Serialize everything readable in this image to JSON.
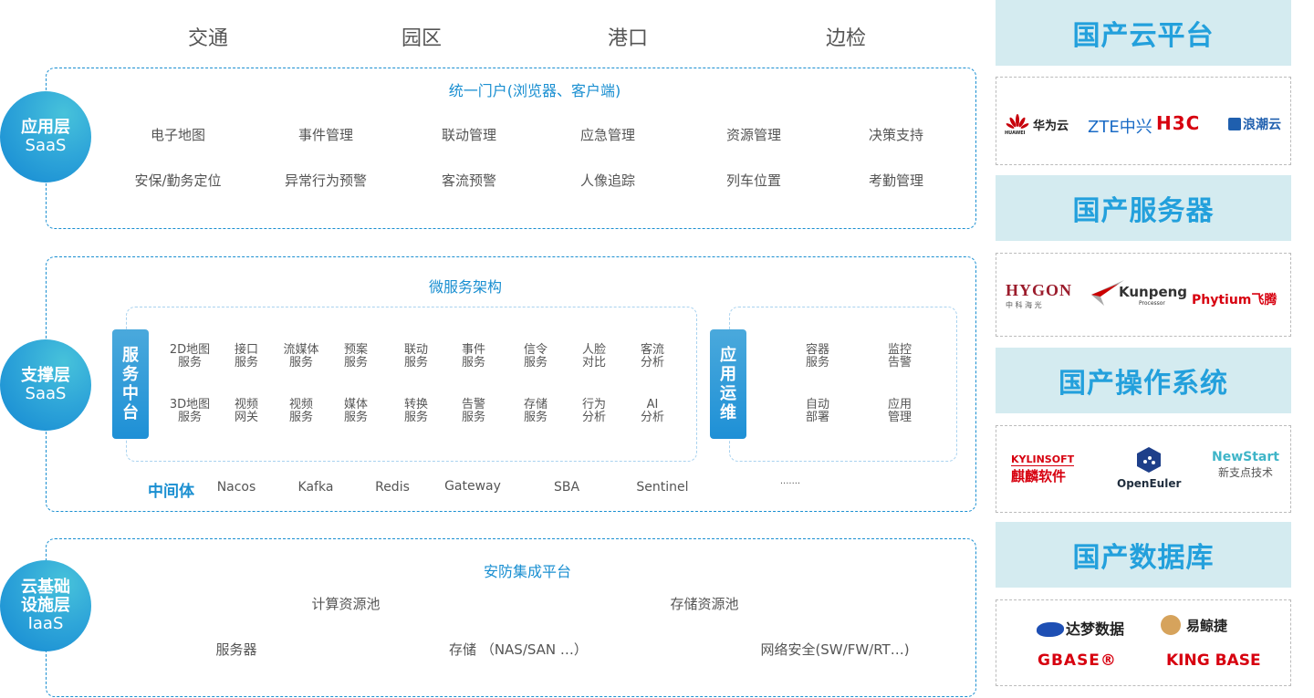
{
  "scenarios": [
    "交通",
    "园区",
    "港口",
    "边检"
  ],
  "layers": {
    "application": {
      "name": "应用层",
      "sub": "SaaS",
      "title": "统一门户(浏览器、客户端)",
      "row1": [
        "电子地图",
        "事件管理",
        "联动管理",
        "应急管理",
        "资源管理",
        "决策支持"
      ],
      "row2": [
        "安保/勤务定位",
        "异常行为预警",
        "客流预警",
        "人像追踪",
        "列车位置",
        "考勤管理"
      ]
    },
    "support": {
      "name": "支撑层",
      "sub": "SaaS",
      "title": "微服务架构",
      "service_platform": {
        "label": "服务中台",
        "row1": [
          [
            "2D地图",
            "服务"
          ],
          [
            "接口",
            "服务"
          ],
          [
            "流媒体",
            "服务"
          ],
          [
            "预案",
            "服务"
          ],
          [
            "联动",
            "服务"
          ],
          [
            "事件",
            "服务"
          ],
          [
            "信令",
            "服务"
          ],
          [
            "人脸",
            "对比"
          ],
          [
            "客流",
            "分析"
          ]
        ],
        "row2": [
          [
            "3D地图",
            "服务"
          ],
          [
            "视频",
            "网关"
          ],
          [
            "视频",
            "服务"
          ],
          [
            "媒体",
            "服务"
          ],
          [
            "转换",
            "服务"
          ],
          [
            "告警",
            "服务"
          ],
          [
            "存储",
            "服务"
          ],
          [
            "行为",
            "分析"
          ],
          [
            "AI",
            "分析"
          ]
        ]
      },
      "ops": {
        "label": "应用运维",
        "row1": [
          [
            "容器",
            "服务"
          ],
          [
            "监控",
            "告警"
          ]
        ],
        "row2": [
          [
            "自动",
            "部署"
          ],
          [
            "应用",
            "管理"
          ]
        ]
      },
      "middleware": {
        "label": "中间体",
        "items": [
          "Nacos",
          "Kafka",
          "Redis",
          "Gateway",
          "SBA",
          "Sentinel",
          "......."
        ]
      }
    },
    "infrastructure": {
      "name": "云基础设施层",
      "name_lines": [
        "云基础",
        "设施层"
      ],
      "sub": "IaaS",
      "title": "安防集成平台",
      "pools": [
        "计算资源池",
        "存储资源池"
      ],
      "items": [
        "服务器",
        "存储 （NAS/SAN …）",
        "网络安全(SW/FW/RT…)"
      ]
    }
  },
  "categories": [
    {
      "title": "国产云平台",
      "logos": [
        {
          "name": "华为云",
          "sub": "HUAWEI",
          "color": "#c7000b"
        },
        {
          "name": "ZTE中兴",
          "color": "#1a6bc6"
        },
        {
          "name": "H3C",
          "color": "#d7000f"
        },
        {
          "name": "浪潮云",
          "color": "#1f5fae"
        }
      ]
    },
    {
      "title": "国产服务器",
      "logos": [
        {
          "name": "HYGON",
          "sub": "中 科 海 光",
          "color": "#9b1c2c"
        },
        {
          "name": "Kunpeng",
          "sub": "Processor",
          "color": "#333333"
        },
        {
          "name": "Phytium飞腾",
          "color": "#d7000f"
        }
      ]
    },
    {
      "title": "国产操作系统",
      "logos": [
        {
          "name": "KYLINSOFT",
          "sub": "麒麟软件",
          "color": "#d7000f"
        },
        {
          "name": "OpenEuler",
          "color": "#1f2d3d"
        },
        {
          "name": "NewStart",
          "sub": "新支点技术",
          "color": "#3fb5c8"
        }
      ]
    },
    {
      "title": "国产数据库",
      "logos": [
        {
          "name": "达梦数据",
          "color": "#222222"
        },
        {
          "name": "易鲸捷",
          "color": "#222222"
        },
        {
          "name": "GBASE®",
          "color": "#d7000f"
        },
        {
          "name": "KING BASE",
          "color": "#d7000f"
        }
      ]
    }
  ],
  "colors": {
    "accent": "#1a8fd1",
    "panel_bg": "#d4ebf0",
    "panel_title": "#23a0dc"
  }
}
